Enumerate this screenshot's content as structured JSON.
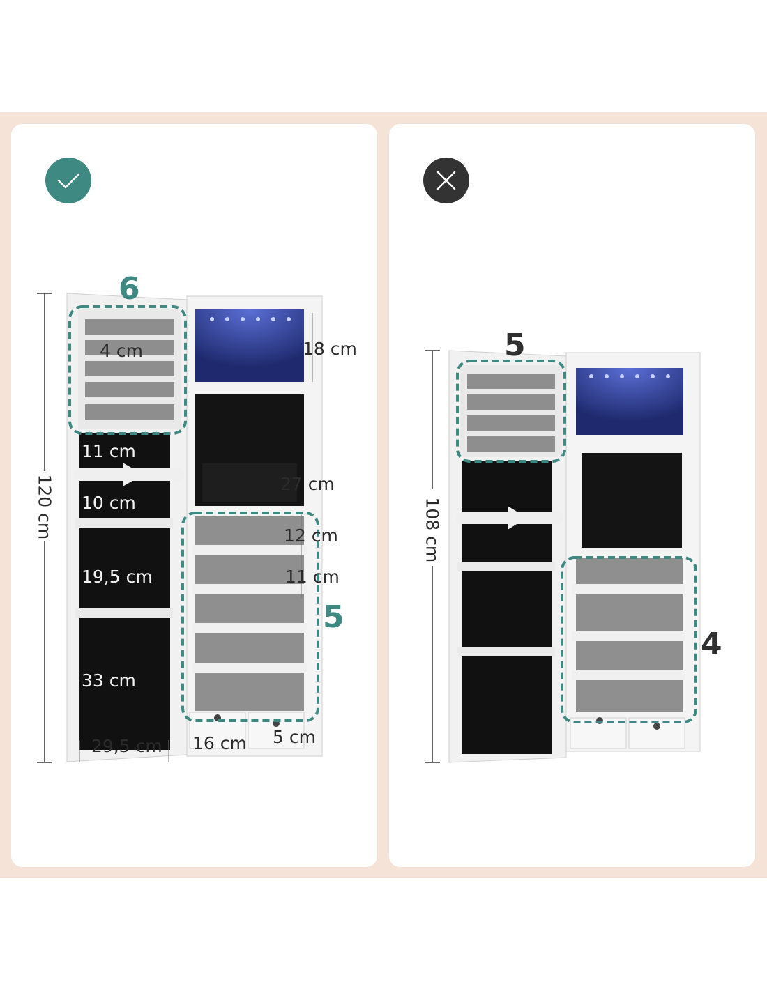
{
  "colors": {
    "band": "#f5e3d7",
    "teal": "#3e8a82",
    "dark": "#333333",
    "lining": "#000000",
    "led": "#2b3a8f",
    "mirror": "#8f8f8f"
  },
  "left_panel": {
    "badge_icon": "check-icon",
    "height_label": "120 cm",
    "top_count": "6",
    "side_count": "5",
    "labels": {
      "shelf_gap": "4 cm",
      "led_height": "18 cm",
      "upper_gap": "11 cm",
      "middle_height": "27 cm",
      "gap_10": "10 cm",
      "gap_12": "12 cm",
      "gap_19_5": "19,5 cm",
      "gap_11b": "11 cm",
      "gap_33": "33 cm",
      "width_door": "29,5 cm",
      "width_drawer": "16 cm",
      "drawer_height": "5 cm"
    }
  },
  "right_panel": {
    "badge_icon": "cross-icon",
    "height_label": "108 cm",
    "top_count": "5",
    "side_count": "4"
  }
}
